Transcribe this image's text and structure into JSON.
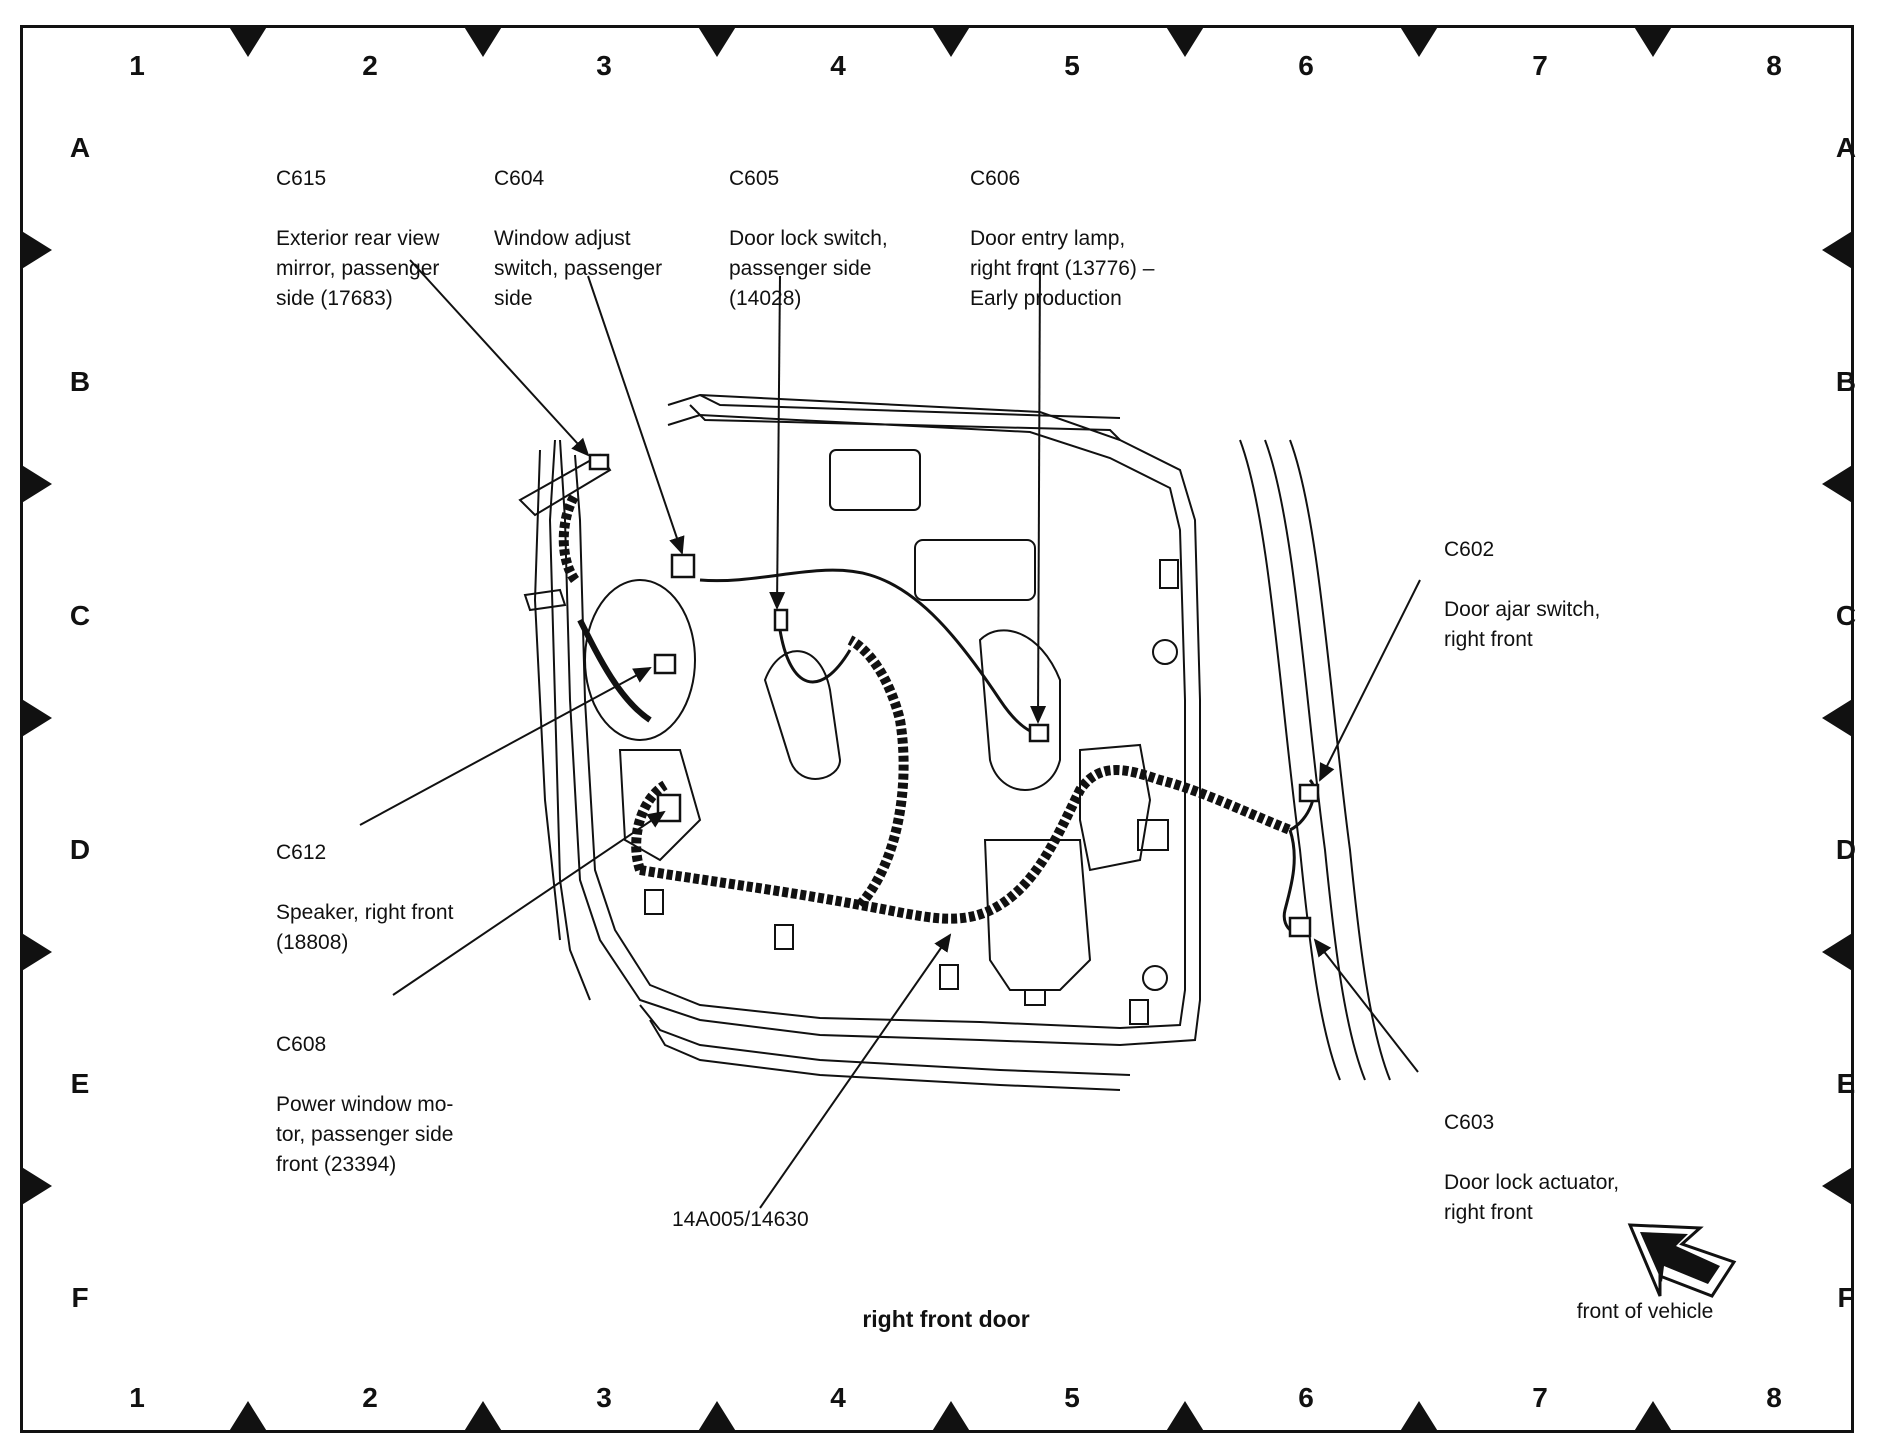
{
  "grid": {
    "columns": [
      "1",
      "2",
      "3",
      "4",
      "5",
      "6",
      "7",
      "8"
    ],
    "rows": [
      "A",
      "B",
      "C",
      "D",
      "E",
      "F"
    ]
  },
  "title": "right front door",
  "front_of_vehicle": "front of vehicle",
  "harness": "14A005/14630",
  "connectors": {
    "c615": {
      "id": "C615",
      "desc": "Exterior rear view\nmirror, passenger\nside (17683)"
    },
    "c604": {
      "id": "C604",
      "desc": "Window adjust\nswitch, passenger\nside"
    },
    "c605": {
      "id": "C605",
      "desc": "Door lock switch,\npassenger side\n(14028)"
    },
    "c606": {
      "id": "C606",
      "desc": "Door entry lamp,\nright front (13776) –\nEarly production"
    },
    "c602": {
      "id": "C602",
      "desc": "Door ajar switch,\nright front"
    },
    "c612": {
      "id": "C612",
      "desc": "Speaker, right front\n(18808)"
    },
    "c608": {
      "id": "C608",
      "desc": "Power window mo-\ntor, passenger side\nfront (23394)"
    },
    "c603": {
      "id": "C603",
      "desc": "Door lock actuator,\nright front"
    }
  }
}
